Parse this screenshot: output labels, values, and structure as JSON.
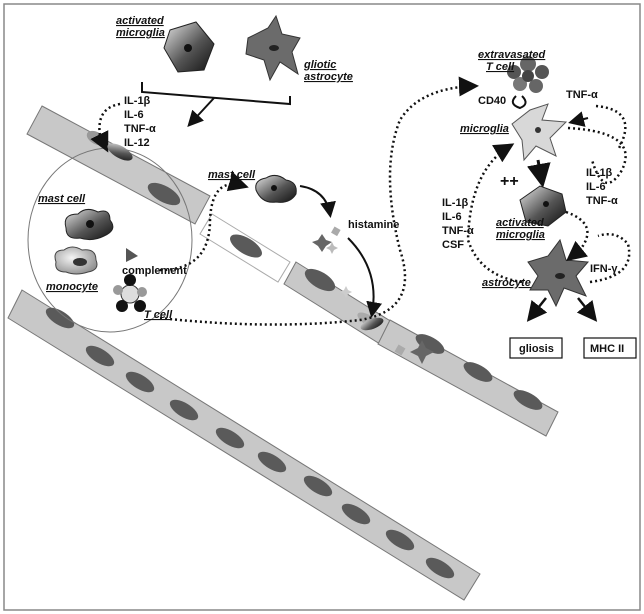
{
  "labels": {
    "activated_microglia_top_1": "activated",
    "activated_microglia_top_2": "microglia",
    "gliotic_astrocyte_1": "gliotic",
    "gliotic_astrocyte_2": "astrocyte",
    "extravasated_1": "extravasated",
    "extravasated_2": "T cell",
    "cd40": "CD40",
    "tnf_alpha_top": "TNF-α",
    "microglia": "microglia",
    "plus_plus": "++",
    "activated_microglia_right_1": "activated",
    "activated_microglia_right_2": "microglia",
    "astrocyte": "astrocyte",
    "ifn_gamma": "IFN-γ",
    "gliosis": "gliosis",
    "mhc_ii": "MHC II",
    "mast_cell_left": "mast cell",
    "monocyte": "monocyte",
    "complement": "complement",
    "t_cell": "T cell",
    "mast_cell_center": "mast cell",
    "histamine": "histamine"
  },
  "cytokines": {
    "top_left": [
      "IL-1β",
      "IL-6",
      "TNF-α",
      "IL-12"
    ],
    "right_left": [
      "IL-1β",
      "IL-6",
      "TNF-α",
      "CSF"
    ],
    "right_right": [
      "IL-1β",
      "IL-6",
      "TNF-α"
    ]
  },
  "colors": {
    "vessel_fill": "#c8c8c8",
    "nucleus": "#5a5a5a",
    "arrow": "#111111",
    "astrocyte_fill": "#6b6b6b"
  }
}
